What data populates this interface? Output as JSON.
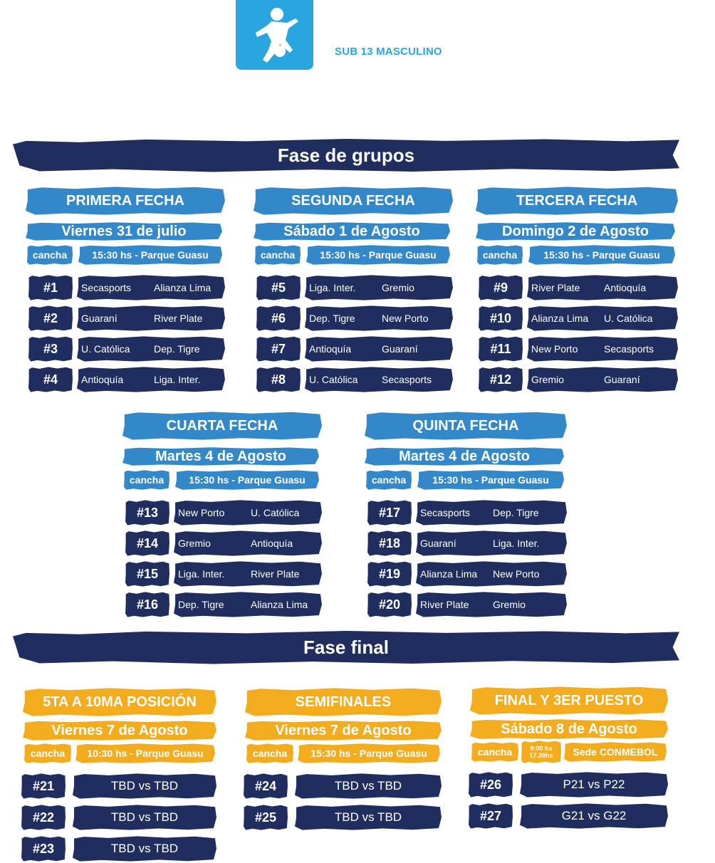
{
  "header": {
    "subtitle": "SUB 13 MASCULINO"
  },
  "phases": {
    "groups": "Fase de grupos",
    "final": "Fase final"
  },
  "labels": {
    "cancha": "cancha"
  },
  "rounds": [
    {
      "title": "PRIMERA FECHA",
      "date": "Viernes 31 de julio",
      "venue": "15:30 hs - Parque Guasu",
      "matches": [
        {
          "num": "#1",
          "home": "Secasports",
          "away": "Alianza Lima"
        },
        {
          "num": "#2",
          "home": "Guaraní",
          "away": "River Plate"
        },
        {
          "num": "#3",
          "home": "U. Católica",
          "away": "Dep. Tigre"
        },
        {
          "num": "#4",
          "home": "Antioquía",
          "away": "Liga. Inter."
        }
      ]
    },
    {
      "title": "SEGUNDA FECHA",
      "date": "Sábado 1 de Agosto",
      "venue": "15:30 hs - Parque Guasu",
      "matches": [
        {
          "num": "#5",
          "home": "Liga. Inter.",
          "away": "Gremio"
        },
        {
          "num": "#6",
          "home": "Dep. Tigre",
          "away": "New Porto"
        },
        {
          "num": "#7",
          "home": "Antioquía",
          "away": "Guaraní"
        },
        {
          "num": "#8",
          "home": "U. Católica",
          "away": "Secasports"
        }
      ]
    },
    {
      "title": "TERCERA FECHA",
      "date": "Domingo 2 de Agosto",
      "venue": "15:30 hs - Parque Guasu",
      "matches": [
        {
          "num": "#9",
          "home": "River Plate",
          "away": "Antioquía"
        },
        {
          "num": "#10",
          "home": "Alianza Lima",
          "away": "U. Católica"
        },
        {
          "num": "#11",
          "home": "New Porto",
          "away": "Secasports"
        },
        {
          "num": "#12",
          "home": "Gremio",
          "away": "Guaraní"
        }
      ]
    },
    {
      "title": "CUARTA FECHA",
      "date": "Martes 4 de Agosto",
      "venue": "15:30 hs - Parque Guasu",
      "matches": [
        {
          "num": "#13",
          "home": "New Porto",
          "away": "U. Católica"
        },
        {
          "num": "#14",
          "home": "Gremio",
          "away": "Antioquía"
        },
        {
          "num": "#15",
          "home": "Liga. Inter.",
          "away": "River Plate"
        },
        {
          "num": "#16",
          "home": "Dep. Tigre",
          "away": "Alianza Lima"
        }
      ]
    },
    {
      "title": "QUINTA FECHA",
      "date": "Martes 4 de Agosto",
      "venue": "15:30 hs - Parque Guasu",
      "matches": [
        {
          "num": "#17",
          "home": "Secasports",
          "away": "Dep. Tigre"
        },
        {
          "num": "#18",
          "home": "Guaraní",
          "away": "Liga. Inter."
        },
        {
          "num": "#19",
          "home": "Alianza Lima",
          "away": "New Porto"
        },
        {
          "num": "#20",
          "home": "River Plate",
          "away": "Gremio"
        }
      ]
    }
  ],
  "finals": [
    {
      "title": "5TA A 10MA POSICIÓN",
      "date": "Viernes 7 de Agosto",
      "venue": "10:30 hs - Parque Guasu",
      "matches": [
        {
          "num": "#21",
          "label": "TBD vs TBD"
        },
        {
          "num": "#22",
          "label": "TBD vs TBD"
        },
        {
          "num": "#23",
          "label": "TBD vs TBD"
        }
      ]
    },
    {
      "title": "SEMIFINALES",
      "date": "Viernes 7 de Agosto",
      "venue": "15:30 hs - Parque Guasu",
      "matches": [
        {
          "num": "#24",
          "label": "TBD vs TBD"
        },
        {
          "num": "#25",
          "label": "TBD vs TBD"
        }
      ]
    },
    {
      "title": "FINAL Y 3ER PUESTO",
      "date": "Sábado 8 de Agosto",
      "hours": [
        "9:00 hs",
        "17.30hs"
      ],
      "venue": "Sede CONMEBOL",
      "matches": [
        {
          "num": "#26",
          "label": "P21 vs P22"
        },
        {
          "num": "#27",
          "label": "G21 vs G22"
        }
      ]
    }
  ],
  "colors": {
    "navy": "#1f2e5f",
    "blue": "#3388c9",
    "orange": "#f3ac1e",
    "logo": "#29a6e0"
  },
  "icons": {
    "logo": "soccer-player-icon"
  }
}
